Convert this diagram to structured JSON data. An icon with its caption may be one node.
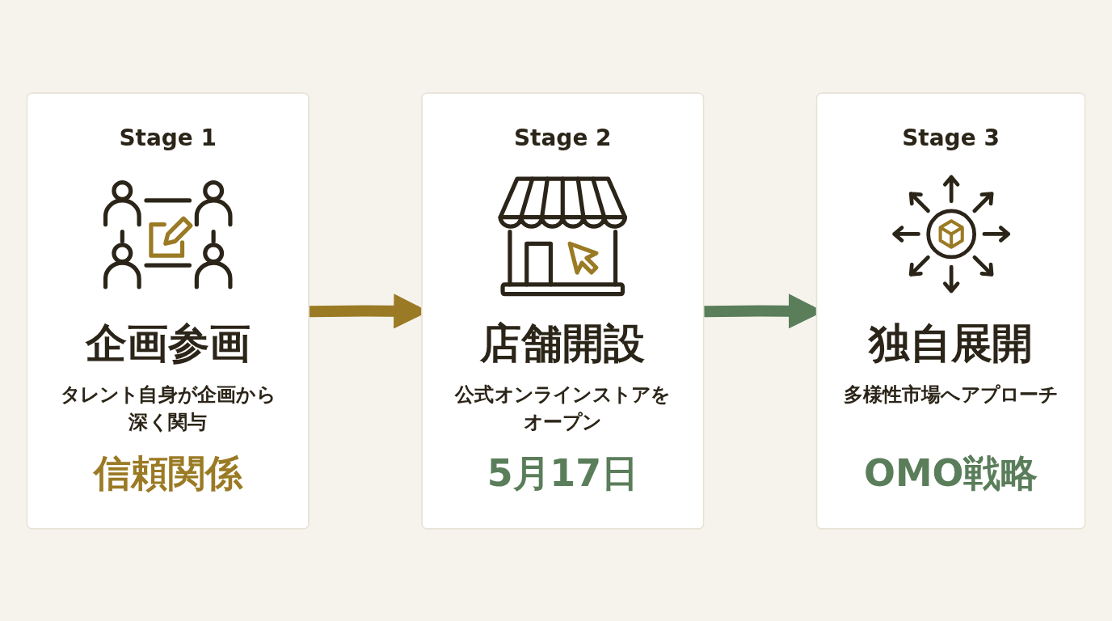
{
  "diagram": {
    "nodes": [
      {
        "text": [
          "Stage 1",
          "企画参画",
          "タレント自身が企画から深く関与",
          "信頼関係"
        ]
      },
      {
        "text": [
          "Stage 2",
          "店舗開設",
          "公式オンラインストアをオープン",
          "5月17日"
        ]
      },
      {
        "text": [
          "Stage 3",
          "独自展開",
          "多様性市場へアプローチ",
          "OMO戦略"
        ]
      }
    ],
    "edges": [
      {
        "from": 0,
        "to": 1,
        "arrow": "to",
        "color": "#9a7a24"
      },
      {
        "from": 1,
        "to": 2,
        "arrow": "to",
        "color": "#5a7d5a"
      }
    ]
  }
}
